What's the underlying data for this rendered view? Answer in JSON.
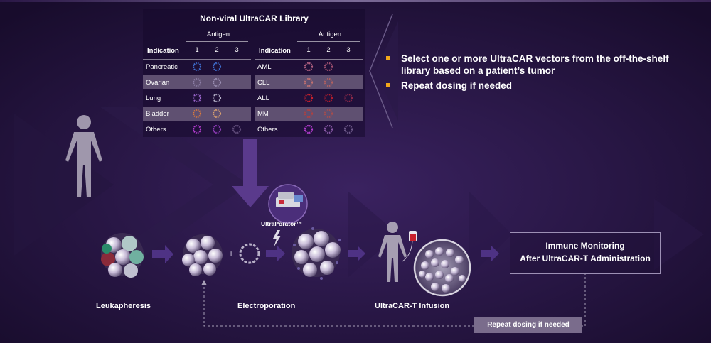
{
  "library": {
    "title": "Non-viral UltraCAR Library",
    "header": {
      "indication": "Indication",
      "antigen": "Antigen",
      "numbers": [
        "1",
        "2",
        "3"
      ]
    },
    "left_rows": [
      {
        "indication": "Pancreatic",
        "shaded": false,
        "cells": [
          "#3f6fd0",
          "#3f6fd0"
        ]
      },
      {
        "indication": "Ovarian",
        "shaded": true,
        "cells": [
          "#8e80a8",
          "#9c90b4"
        ]
      },
      {
        "indication": "Lung",
        "shaded": false,
        "cells": [
          "#9a66cc",
          "#b8b4cc"
        ]
      },
      {
        "indication": "Bladder",
        "shaded": true,
        "cells": [
          "#e07a3a",
          "#d9a070"
        ]
      },
      {
        "indication": "Others",
        "shaded": false,
        "cells": [
          "#b43cd0",
          "#8f3cb8",
          "#5e4a78"
        ]
      }
    ],
    "right_rows": [
      {
        "indication": "AML",
        "shaded": false,
        "cells": [
          "#b06080",
          "#a05070"
        ]
      },
      {
        "indication": "CLL",
        "shaded": true,
        "cells": [
          "#c07070",
          "#b06060"
        ]
      },
      {
        "indication": "ALL",
        "shaded": false,
        "cells": [
          "#c8202c",
          "#b01c2c",
          "#8a2848"
        ]
      },
      {
        "indication": "MM",
        "shaded": true,
        "cells": [
          "#b04040",
          "#a84c4c"
        ]
      },
      {
        "indication": "Others",
        "shaded": false,
        "cells": [
          "#b43cd0",
          "#8a5aa8",
          "#6e5a8a"
        ]
      }
    ]
  },
  "bullets": [
    "Select one or more UltraCAR vectors from the off-the-shelf library based on a patient’s tumor",
    "Repeat dosing if needed"
  ],
  "labels": {
    "ultraporator": "UltraPorator™",
    "leukapheresis": "Leukapheresis",
    "electroporation": "Electroporation",
    "infusion": "UltraCAR-T Infusion"
  },
  "monitoring": {
    "line1": "Immune Monitoring",
    "line2": "After UltraCAR-T Administration"
  },
  "repeat_tag": "Repeat dosing if needed",
  "colors": {
    "bullet": "#f2a71b",
    "background": "#1c0f33",
    "arrow": "#5a3a8c"
  }
}
